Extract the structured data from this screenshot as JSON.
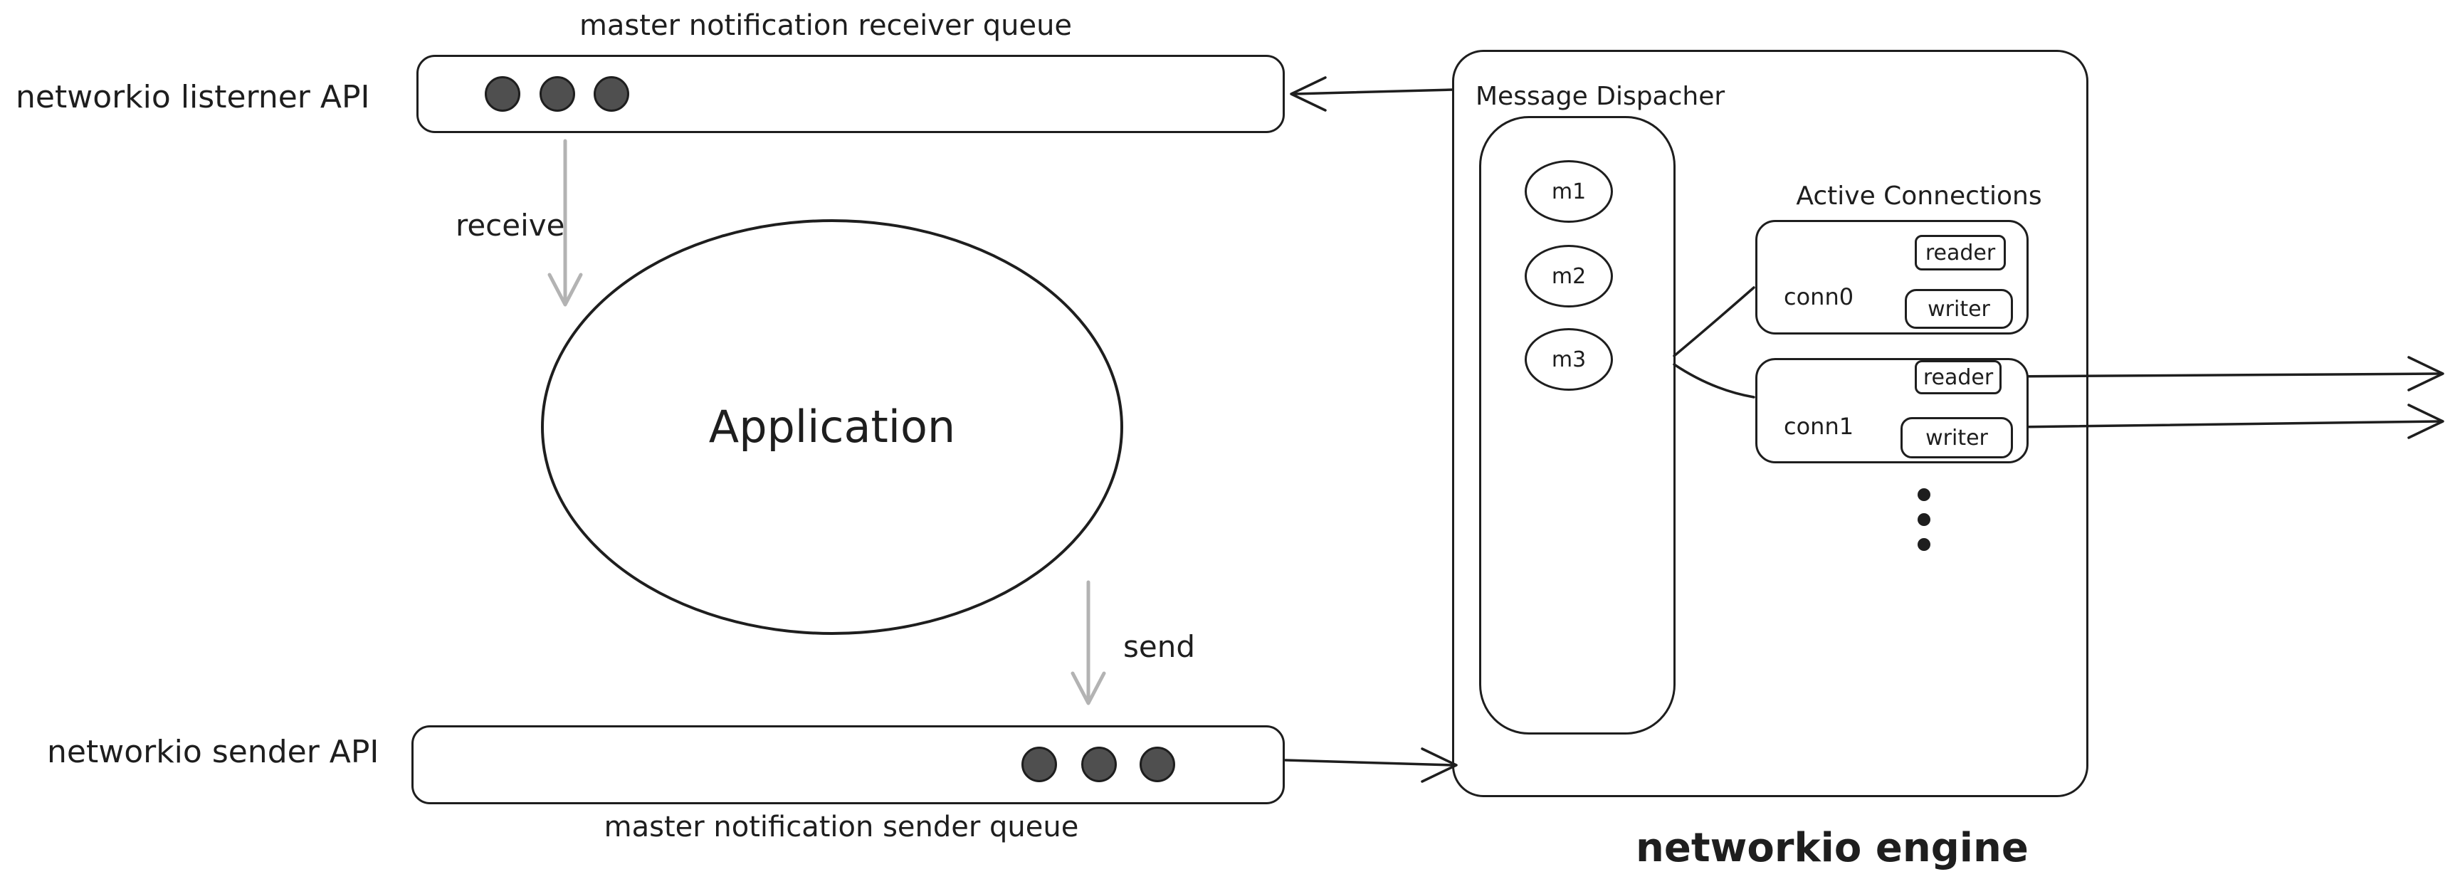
{
  "colors": {
    "stroke": "#1e1e1e",
    "muted_arrow": "#b3b3b3",
    "queue_dot": "#4f4f4f",
    "background": "#ffffff"
  },
  "diagram": {
    "receiver_queue": {
      "title": "master notification receiver queue",
      "api_label": "networkio listerner API"
    },
    "receive_label": "receive",
    "application_label": "Application",
    "send_label": "send",
    "sender_queue": {
      "title": "master notification sender queue",
      "api_label": "networkio sender API"
    },
    "engine": {
      "title": "networkio engine",
      "dispatcher": {
        "title": "Message Dispacher",
        "messages": [
          "m1",
          "m2",
          "m3"
        ]
      },
      "connections": {
        "title": "Active Connections",
        "items": [
          {
            "name": "conn0",
            "reader": "reader",
            "writer": "writer"
          },
          {
            "name": "conn1",
            "reader": "reader",
            "writer": "writer"
          }
        ]
      }
    }
  }
}
